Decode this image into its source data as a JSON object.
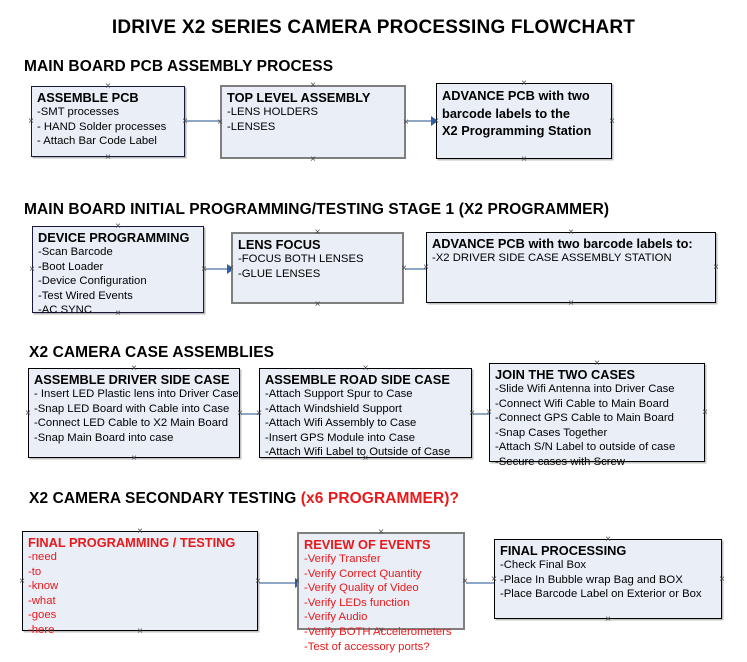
{
  "document": {
    "title": "IDRIVE X2  SERIES CAMERA PROCESSING FLOWCHART",
    "colors": {
      "box_fill": "#e9eef7",
      "box_border_dark": "#17183b",
      "box_border_gray": "#7f7f7f",
      "arrow": "#8ea7c4",
      "arrow_head": "#2f5fa8",
      "accent_red": "#e8191b",
      "text": "#000000"
    }
  },
  "sections": [
    {
      "heading": "MAIN BOARD PCB ASSEMBLY PROCESS",
      "heading_suffix": "",
      "boxes": [
        {
          "title": "ASSEMBLE PCB",
          "lines": [
            "-SMT processes",
            "- HAND Solder processes",
            "- Attach Bar Code Label"
          ]
        },
        {
          "title": "TOP LEVEL ASSEMBLY",
          "lines": [
            "-LENS HOLDERS",
            "-LENSES"
          ]
        },
        {
          "title": "",
          "lines": [
            "ADVANCE PCB with two",
            "barcode labels to the",
            " X2 Programming Station"
          ]
        }
      ]
    },
    {
      "heading": "MAIN BOARD INITIAL PROGRAMMING/TESTING STAGE 1 (X2 PROGRAMMER)",
      "heading_suffix": "",
      "boxes": [
        {
          "title": "DEVICE PROGRAMMING",
          "lines": [
            "-Scan Barcode",
            "-Boot Loader",
            "-Device Configuration",
            "-Test Wired Events",
            "-AC SYNC"
          ]
        },
        {
          "title": "LENS FOCUS",
          "lines": [
            "-FOCUS BOTH LENSES",
            "-GLUE LENSES"
          ]
        },
        {
          "title": "ADVANCE PCB with two barcode labels to:",
          "lines": [
            "-X2 DRIVER  SIDE  CASE  ASSEMBLY STATION"
          ]
        }
      ]
    },
    {
      "heading": "X2 CAMERA CASE ASSEMBLIES",
      "heading_suffix": "",
      "boxes": [
        {
          "title": "ASSEMBLE DRIVER SIDE CASE",
          "lines": [
            "- Insert LED Plastic lens into Driver Case",
            "-Snap LED Board with Cable into Case",
            "-Connect LED Cable to X2 Main Board",
            "-Snap Main Board into case"
          ]
        },
        {
          "title": "ASSEMBLE ROAD SIDE CASE",
          "lines": [
            "-Attach Support Spur to Case",
            "-Attach Windshield Support",
            "-Attach Wifi Assembly to Case",
            "-Insert GPS Module into Case",
            "-Attach Wifi Label to Outside of Case"
          ]
        },
        {
          "title": "JOIN THE TWO CASES",
          "lines": [
            "-Slide Wifi Antenna into Driver Case",
            "-Connect Wifi Cable to Main Board",
            "-Connect GPS Cable to Main Board",
            "-Snap Cases Together",
            "-Attach S/N Label to outside of case",
            "-Secure cases with Screw"
          ]
        }
      ]
    },
    {
      "heading": "X2 CAMERA SECONDARY TESTING ",
      "heading_suffix": "(x6 PROGRAMMER)?",
      "boxes": [
        {
          "title": "FINAL PROGRAMMING / TESTING",
          "lines": [
            "-need",
            "-to",
            "-know",
            "-what",
            "-goes",
            "-here"
          ]
        },
        {
          "title": "REVIEW OF EVENTS",
          "lines": [
            "-Verify Transfer",
            "-Verify Correct Quantity",
            "-Verify Quality of Video",
            "-Verify LEDs function",
            "-Verify Audio",
            "-Verify BOTH Accelerometers",
            "-Test of accessory ports?"
          ]
        },
        {
          "title": "FINAL PROCESSING",
          "lines": [
            " -Check Final Box",
            "-Place In Bubble wrap Bag and BOX",
            "-Place Barcode Label on Exterior or Box"
          ]
        }
      ]
    }
  ]
}
